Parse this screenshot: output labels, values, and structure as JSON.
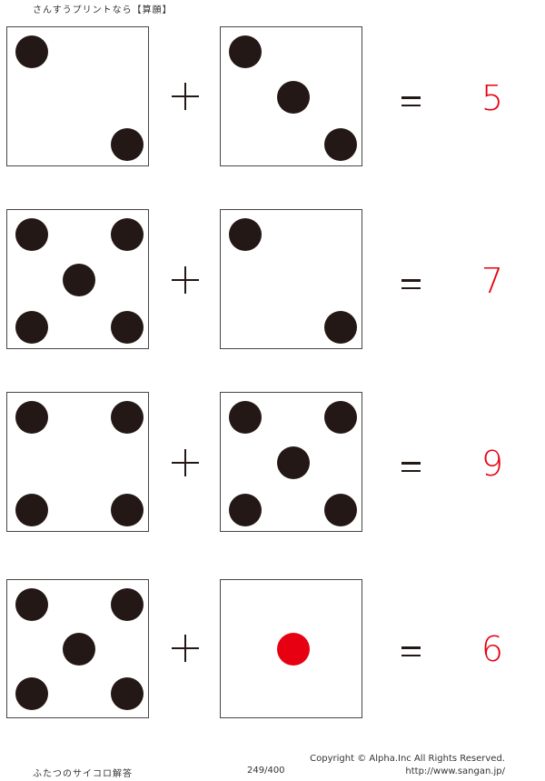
{
  "header": {
    "title": "さんすうプリントなら【算願】"
  },
  "colors": {
    "pip": "#231815",
    "highlight_pip": "#e60012",
    "answer": "#e60012"
  },
  "operators": {
    "plus": "+",
    "equals": "="
  },
  "problems": [
    {
      "left_die": 2,
      "right_die": 3,
      "answer": "5"
    },
    {
      "left_die": 5,
      "right_die": 2,
      "answer": "7"
    },
    {
      "left_die": 4,
      "right_die": 5,
      "answer": "9"
    },
    {
      "left_die": 5,
      "right_die": 1,
      "answer": "6",
      "right_die_pip_color": "red"
    }
  ],
  "footer": {
    "worksheet_title": "ふたつのサイコロ解答",
    "page": "249/400",
    "copyright": "Copyright ©  Alpha.Inc All Rights Reserved.",
    "url": "http://www.sangan.jp/"
  }
}
